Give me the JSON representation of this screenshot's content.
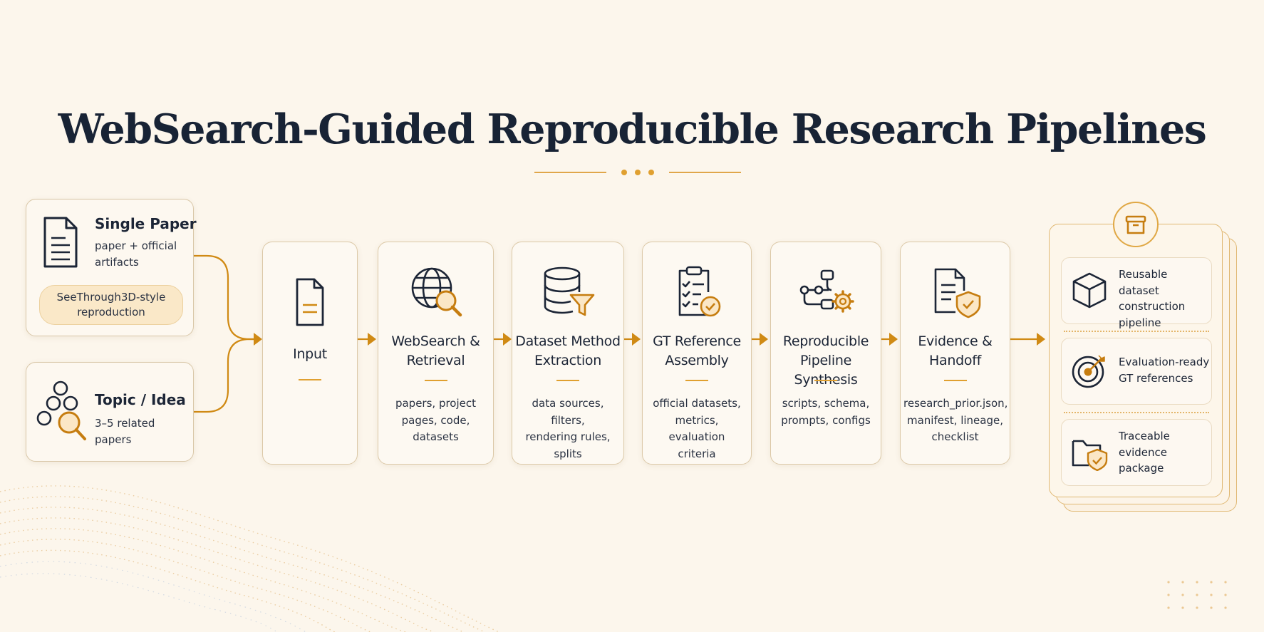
{
  "title": "WebSearch-Guided Reproducible Research Pipelines",
  "colors": {
    "background": "#fcf6ec",
    "accent": "#d18a14",
    "ink": "#1c2536",
    "pill": "#fae8c8"
  },
  "inputs": [
    {
      "title": "Single Paper",
      "desc": "paper + official artifacts",
      "pill": "SeeThrough3D-style reproduction",
      "icon": "document-icon"
    },
    {
      "title": "Topic / Idea",
      "desc": "3–5 related papers",
      "icon": "circles-search-icon"
    }
  ],
  "steps": [
    {
      "title": "Input",
      "desc": "",
      "icon": "document-icon"
    },
    {
      "title": "WebSearch & Retrieval",
      "desc": "papers, project pages, code, datasets",
      "icon": "globe-search-icon"
    },
    {
      "title": "Dataset Method Extraction",
      "desc": "data sources, filters, rendering rules, splits",
      "icon": "database-filter-icon"
    },
    {
      "title": "GT Reference Assembly",
      "desc": "official datasets, metrics, evaluation criteria",
      "icon": "clipboard-check-icon"
    },
    {
      "title": "Reproducible Pipeline Synthesis",
      "desc": "scripts, schema, prompts, configs",
      "icon": "workflow-gear-icon"
    },
    {
      "title": "Evidence & Handoff",
      "desc": "research_prior.json, manifest, lineage, checklist",
      "icon": "document-shield-icon"
    }
  ],
  "outputs": [
    {
      "label": "Reusable dataset construction pipeline",
      "icon": "cube-icon"
    },
    {
      "label": "Evaluation-ready GT references",
      "icon": "target-icon"
    },
    {
      "label": "Traceable evidence package",
      "icon": "folder-shield-icon"
    }
  ],
  "output_badge_icon": "archive-box-icon"
}
